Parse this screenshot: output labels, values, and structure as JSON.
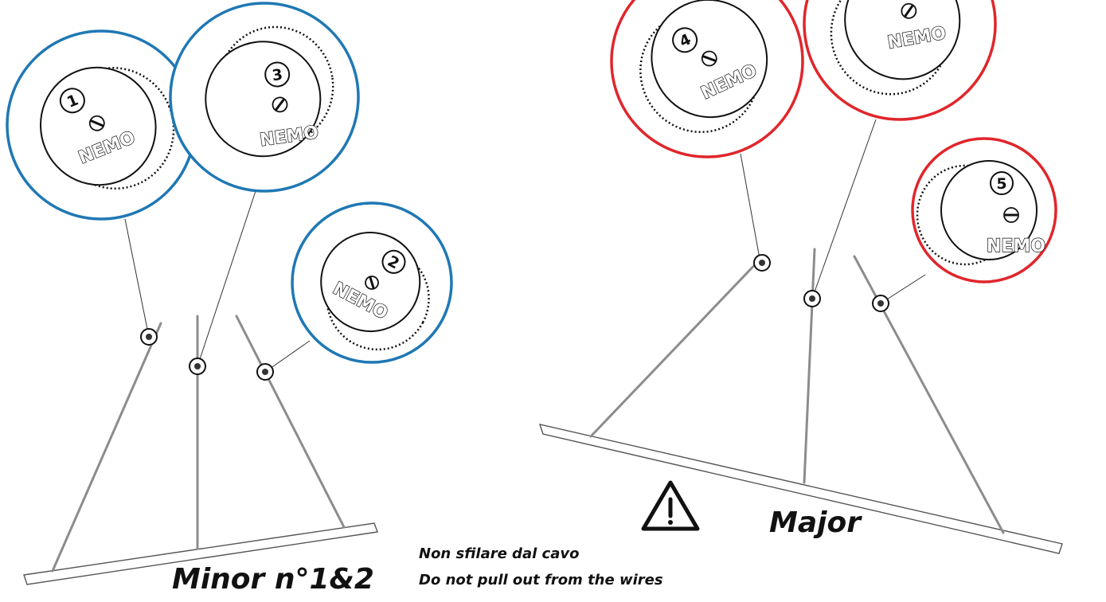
{
  "groups": {
    "minor": {
      "label": "Minor n°1&2",
      "ring_color": "#1f78b4"
    },
    "major": {
      "label": "Major",
      "ring_color": "#e0262b"
    }
  },
  "clamps": [
    {
      "number": "1",
      "brand": "NEMO",
      "group": "minor"
    },
    {
      "number": "3",
      "brand": "NEMO",
      "group": "minor"
    },
    {
      "number": "2",
      "brand": "NEMO",
      "group": "minor"
    },
    {
      "number": "4",
      "brand": "NEMO",
      "group": "major"
    },
    {
      "number": "",
      "brand": "NEMO",
      "group": "major"
    },
    {
      "number": "5",
      "brand": "NEMO",
      "group": "major"
    }
  ],
  "warning": {
    "icon": "warning-triangle-icon",
    "line_it": "Non sfilare dal cavo",
    "line_en": "Do not pull out from the wires"
  }
}
